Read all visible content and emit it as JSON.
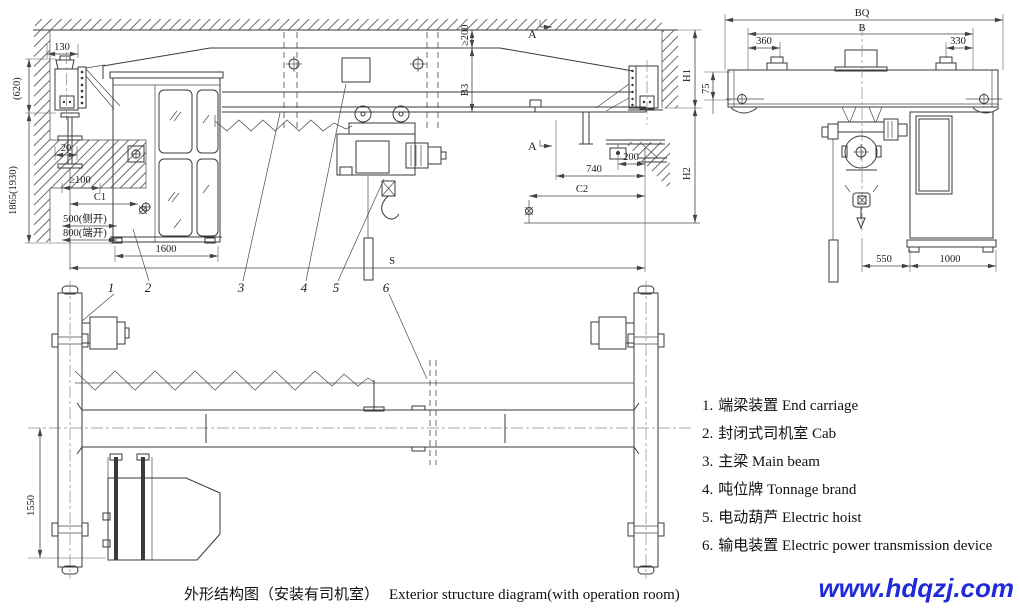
{
  "side": {
    "d130": "130",
    "d620": "(620)",
    "d1865": "1865(1930)",
    "d20": "20",
    "dmin100": "≥100",
    "c1": "C1",
    "d500": "500(侧开)",
    "d800": "800(端开)",
    "d1600": "1600",
    "dmin200": "≥200",
    "b3": "B3",
    "a_mark": "A",
    "d200": "200",
    "d740": "740",
    "c2": "C2",
    "s": "S",
    "h1": "H1",
    "h2": "H2",
    "labels": [
      "1",
      "2",
      "3",
      "4",
      "5",
      "6"
    ]
  },
  "end": {
    "bq": "BQ",
    "b": "B",
    "d360": "360",
    "d330": "330",
    "d75": "75",
    "d550": "550",
    "d1000": "1000"
  },
  "plan": {
    "d1550": "1550"
  },
  "legend": {
    "items": [
      {
        "num": "1.",
        "label": "端梁装置 End carriage"
      },
      {
        "num": "2.",
        "label": "封闭式司机室 Cab"
      },
      {
        "num": "3.",
        "label": "主梁 Main beam"
      },
      {
        "num": "4.",
        "label": "吨位牌 Tonnage brand"
      },
      {
        "num": "5.",
        "label": "电动葫芦 Electric hoist"
      },
      {
        "num": "6.",
        "label": "输电装置 Electric power transmission device"
      }
    ]
  },
  "caption": {
    "zh": "外形结构图（安装有司机室）",
    "en": "Exterior structure diagram(with operation room)"
  },
  "watermark": {
    "text": "www.hdqzj.com",
    "color": "#1f2bd6"
  }
}
